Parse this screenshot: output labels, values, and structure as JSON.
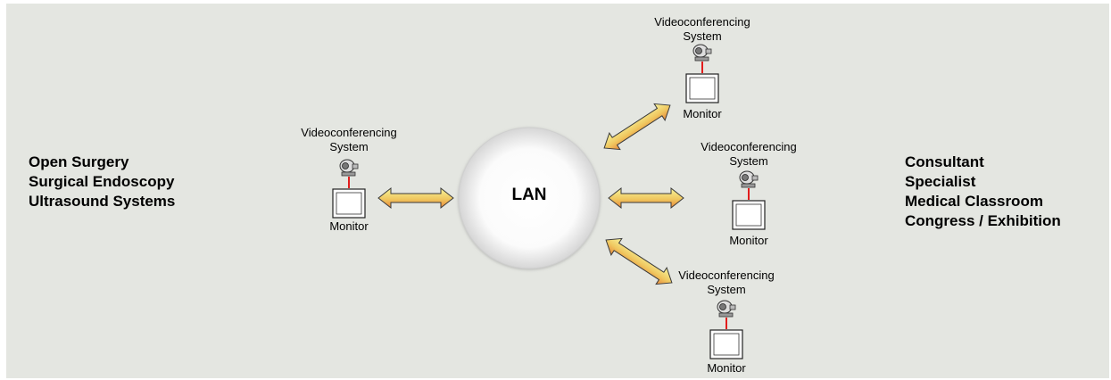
{
  "left_sources": [
    "Open Surgery",
    "Surgical Endoscopy",
    "Ultrasound Systems"
  ],
  "right_destinations": [
    "Consultant",
    "Specialist",
    "Medical Classroom",
    "Congress / Exhibition"
  ],
  "hub": {
    "label": "LAN"
  },
  "nodes": [
    {
      "id": "left",
      "system_line1": "Videoconferencing",
      "system_line2": "System",
      "monitor_label": "Monitor"
    },
    {
      "id": "top",
      "system_line1": "Videoconferencing",
      "system_line2": "System",
      "monitor_label": "Monitor"
    },
    {
      "id": "right",
      "system_line1": "Videoconferencing",
      "system_line2": "System",
      "monitor_label": "Monitor"
    },
    {
      "id": "bottom",
      "system_line1": "Videoconferencing",
      "system_line2": "System",
      "monitor_label": "Monitor"
    }
  ],
  "colors": {
    "background": "#e4e6e1",
    "arrow_fill_start": "#f4f08a",
    "arrow_fill_end": "#e8873a",
    "hub_fill": "#ffffff",
    "connector_red": "#e21c1c"
  },
  "icons": {
    "camera": "camera-icon",
    "monitor": "monitor-icon",
    "arrow": "double-arrow-icon"
  }
}
